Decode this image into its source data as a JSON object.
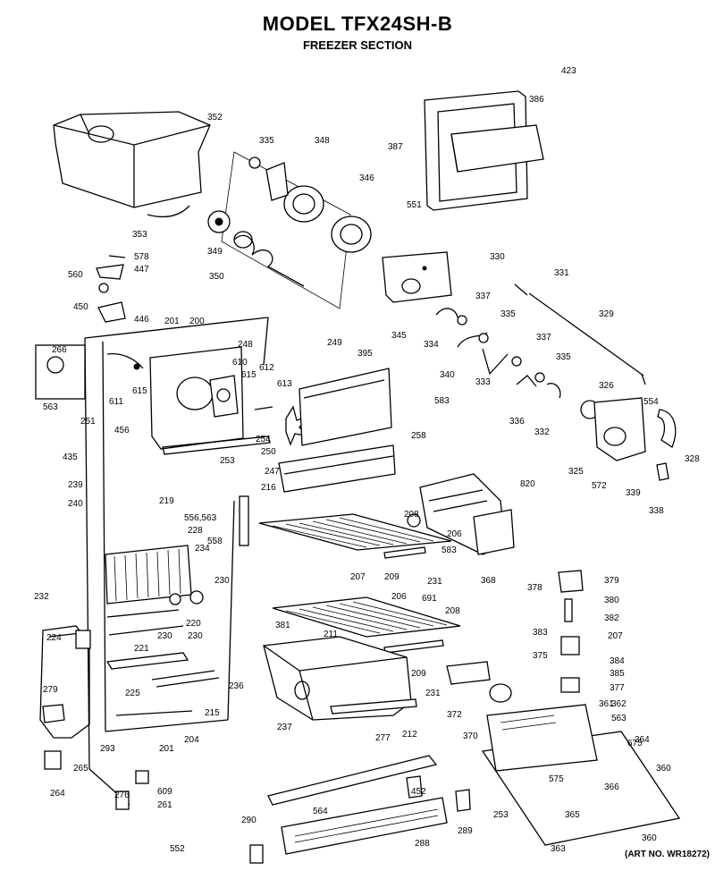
{
  "title": "MODEL TFX24SH-B",
  "subtitle": "FREEZER SECTION",
  "art_number": "(ART NO. WR18272)",
  "part_labels": [
    "423",
    "352",
    "386",
    "387",
    "335",
    "348",
    "346",
    "551",
    "353",
    "349",
    "350",
    "578",
    "447",
    "560",
    "450",
    "446",
    "201",
    "200",
    "330",
    "331",
    "345",
    "337",
    "334",
    "335",
    "329",
    "266",
    "248",
    "249",
    "610",
    "611",
    "615",
    "615",
    "612",
    "613",
    "395",
    "340",
    "333",
    "337",
    "335",
    "326",
    "554",
    "563",
    "251",
    "583",
    "336",
    "332",
    "456",
    "435",
    "254",
    "250",
    "253",
    "247",
    "258",
    "325",
    "572",
    "328",
    "339",
    "338",
    "239",
    "240",
    "219",
    "216",
    "820",
    "556,563",
    "228",
    "558",
    "208",
    "206",
    "234",
    "230",
    "583",
    "207",
    "209",
    "231",
    "368",
    "379",
    "378",
    "232",
    "691",
    "380",
    "220",
    "206",
    "208",
    "382",
    "230",
    "381",
    "211",
    "207",
    "383",
    "224",
    "221",
    "230",
    "384",
    "385",
    "375",
    "236",
    "377",
    "279",
    "225",
    "209",
    "231",
    "372",
    "361",
    "362",
    "215",
    "204",
    "237",
    "212",
    "563",
    "370",
    "201",
    "293",
    "277",
    "675",
    "364",
    "265",
    "360",
    "264",
    "575",
    "366",
    "609",
    "276",
    "452",
    "261",
    "253",
    "365",
    "290",
    "564",
    "289",
    "360",
    "552",
    "288",
    "363"
  ],
  "colors": {
    "line": "#000000",
    "background": "#ffffff"
  }
}
